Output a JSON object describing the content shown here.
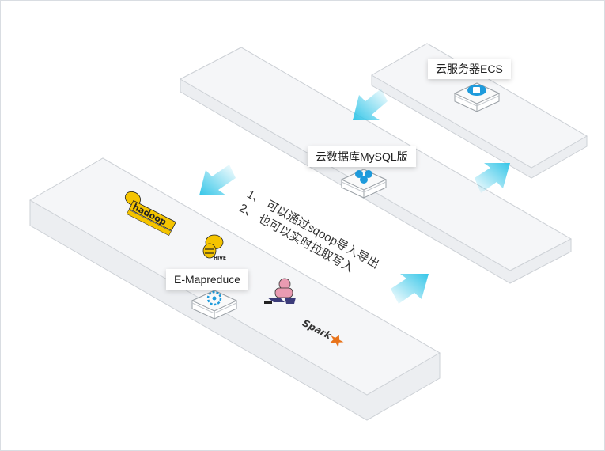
{
  "nodes": {
    "ecs_label": "云服务器ECS",
    "rds_label": "云数据库MySQL版",
    "emr_label": "E-Mapreduce"
  },
  "notes": {
    "line1": "1、 可以通过sqoop导入导出",
    "line2": "2、 也可以实时拉取写入"
  },
  "logos": {
    "hadoop": "hadoop",
    "hive": "HIVE",
    "spark": "Spark"
  },
  "colors": {
    "plane": "#f4f5f7",
    "plane_edge": "#c8ccd2",
    "arrow": "#35c6e8",
    "icon_blue": "#1e9bdc"
  },
  "icons": [
    "cloud-server-icon",
    "database-icon",
    "emr-cluster-icon",
    "hadoop-logo",
    "hive-logo",
    "pig-logo",
    "spark-logo"
  ]
}
